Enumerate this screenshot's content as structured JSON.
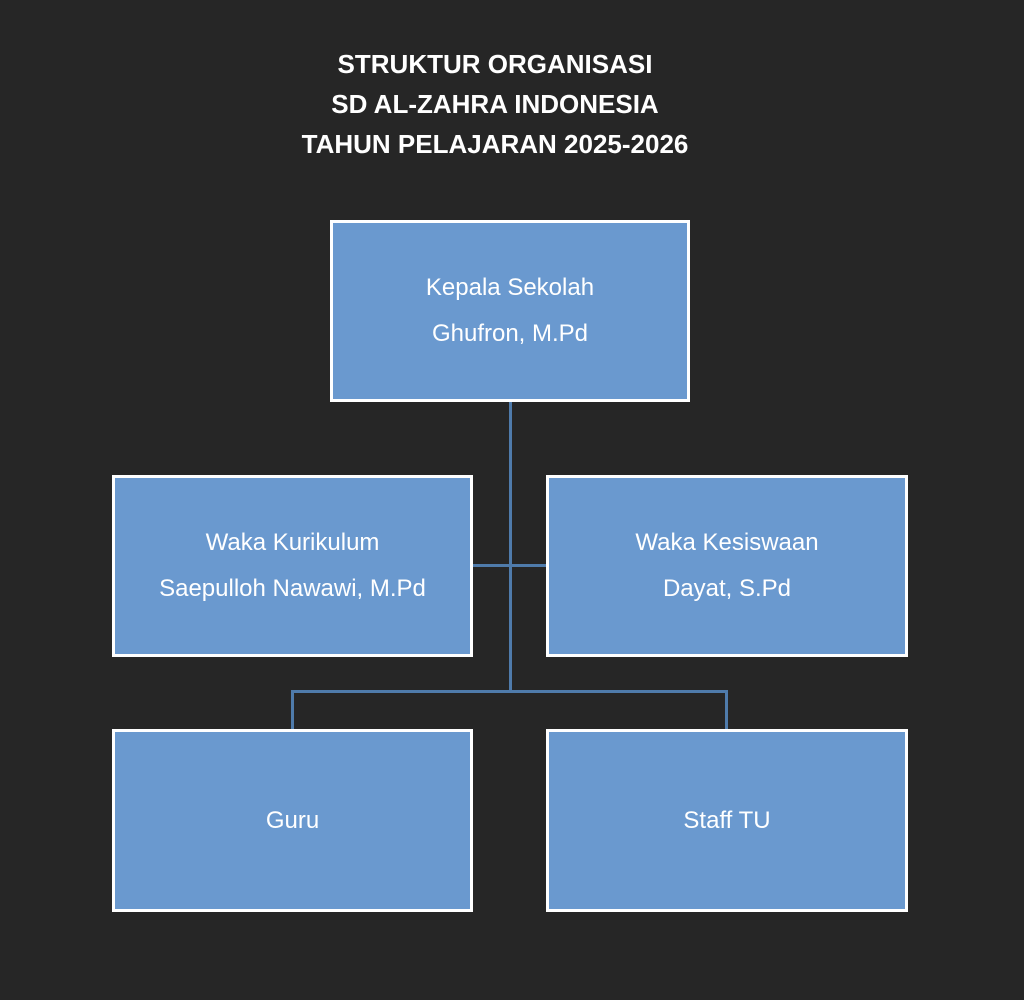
{
  "title": {
    "line1": "STRUKTUR ORGANISASI",
    "line2": "SD AL-ZAHRA INDONESIA",
    "line3": "TAHUN PELAJARAN 2025-2026"
  },
  "nodes": {
    "kepala": {
      "role": "Kepala Sekolah",
      "name": "Ghufron, M.Pd"
    },
    "kurikulum": {
      "role": "Waka Kurikulum",
      "name": "Saepulloh Nawawi, M.Pd"
    },
    "kesiswaan": {
      "role": "Waka Kesiswaan",
      "name": "Dayat, S.Pd"
    },
    "guru": {
      "role": "Guru"
    },
    "staff": {
      "role": "Staff TU"
    }
  },
  "colors": {
    "background": "#262626",
    "box": "#6a99cf",
    "connector": "#4f7bab",
    "border": "#ffffff"
  }
}
